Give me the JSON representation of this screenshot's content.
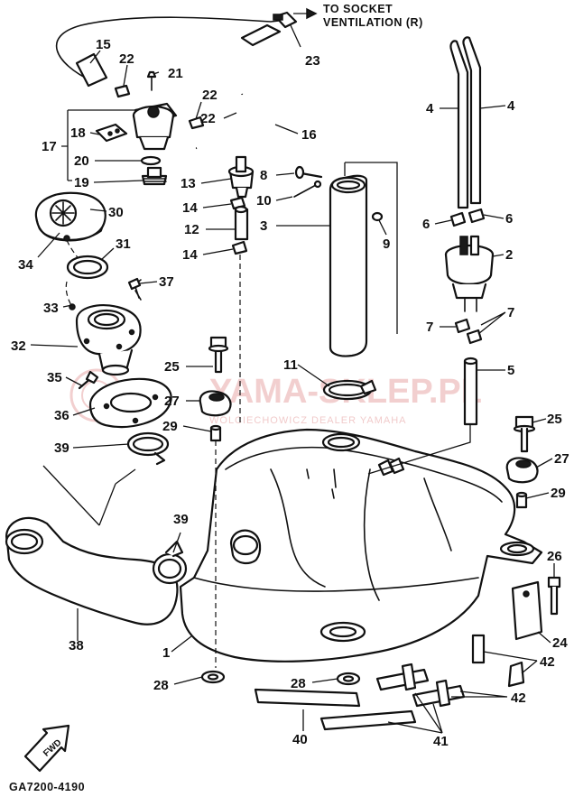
{
  "diagram_code": "GA7200-4190",
  "note": {
    "line1": "TO SOCKET",
    "line2": "VENTILATION (R)"
  },
  "watermark": {
    "main": "YAMA-SKLEP.PL",
    "sub": "WOLCIECHOWICZ DEALER YAMAHA"
  },
  "fwd_label": "FWD",
  "callouts": [
    {
      "id": "c15",
      "label": "15"
    },
    {
      "id": "c22a",
      "label": "22"
    },
    {
      "id": "c21",
      "label": "21"
    },
    {
      "id": "c23",
      "label": "23"
    },
    {
      "id": "c22b",
      "label": "22"
    },
    {
      "id": "c22c",
      "label": "22"
    },
    {
      "id": "c16",
      "label": "16"
    },
    {
      "id": "c18",
      "label": "18"
    },
    {
      "id": "c17",
      "label": "17"
    },
    {
      "id": "c20",
      "label": "20"
    },
    {
      "id": "c19",
      "label": "19"
    },
    {
      "id": "c13",
      "label": "13"
    },
    {
      "id": "c8",
      "label": "8"
    },
    {
      "id": "c10",
      "label": "10"
    },
    {
      "id": "c14a",
      "label": "14"
    },
    {
      "id": "c3",
      "label": "3"
    },
    {
      "id": "c12",
      "label": "12"
    },
    {
      "id": "c9",
      "label": "9"
    },
    {
      "id": "c14b",
      "label": "14"
    },
    {
      "id": "c4a",
      "label": "4"
    },
    {
      "id": "c4b",
      "label": "4"
    },
    {
      "id": "c6a",
      "label": "6"
    },
    {
      "id": "c6b",
      "label": "6"
    },
    {
      "id": "c2",
      "label": "2"
    },
    {
      "id": "c7a",
      "label": "7"
    },
    {
      "id": "c7b",
      "label": "7"
    },
    {
      "id": "c5",
      "label": "5"
    },
    {
      "id": "c30",
      "label": "30"
    },
    {
      "id": "c34",
      "label": "34"
    },
    {
      "id": "c31",
      "label": "31"
    },
    {
      "id": "c37",
      "label": "37"
    },
    {
      "id": "c33",
      "label": "33"
    },
    {
      "id": "c32",
      "label": "32"
    },
    {
      "id": "c35",
      "label": "35"
    },
    {
      "id": "c36",
      "label": "36"
    },
    {
      "id": "c39a",
      "label": "39"
    },
    {
      "id": "c25a",
      "label": "25"
    },
    {
      "id": "c27a",
      "label": "27"
    },
    {
      "id": "c29a",
      "label": "29"
    },
    {
      "id": "c11",
      "label": "11"
    },
    {
      "id": "c25b",
      "label": "25"
    },
    {
      "id": "c27b",
      "label": "27"
    },
    {
      "id": "c29b",
      "label": "29"
    },
    {
      "id": "c39b",
      "label": "39"
    },
    {
      "id": "c26",
      "label": "26"
    },
    {
      "id": "c38",
      "label": "38"
    },
    {
      "id": "c1",
      "label": "1"
    },
    {
      "id": "c24",
      "label": "24"
    },
    {
      "id": "c42a",
      "label": "42"
    },
    {
      "id": "c28a",
      "label": "28"
    },
    {
      "id": "c28b",
      "label": "28"
    },
    {
      "id": "c42b",
      "label": "42"
    },
    {
      "id": "c40",
      "label": "40"
    },
    {
      "id": "c41",
      "label": "41"
    }
  ]
}
